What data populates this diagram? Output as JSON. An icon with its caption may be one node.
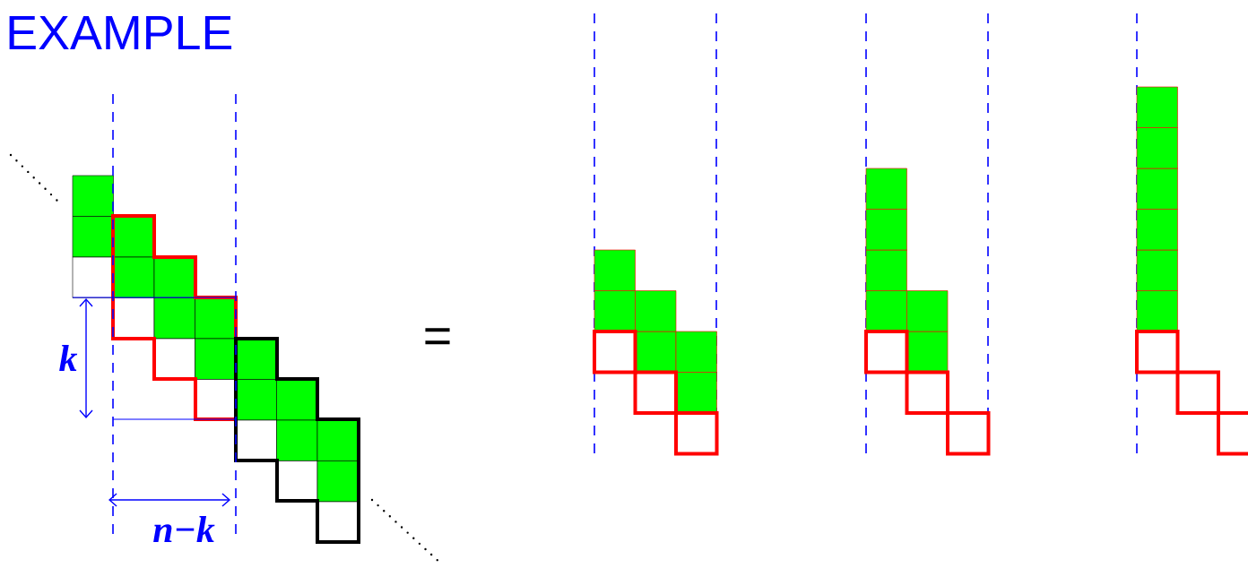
{
  "diagram": {
    "title": "EXAMPLE",
    "labels": [
      "k",
      "n−k",
      "="
    ]
  }
}
